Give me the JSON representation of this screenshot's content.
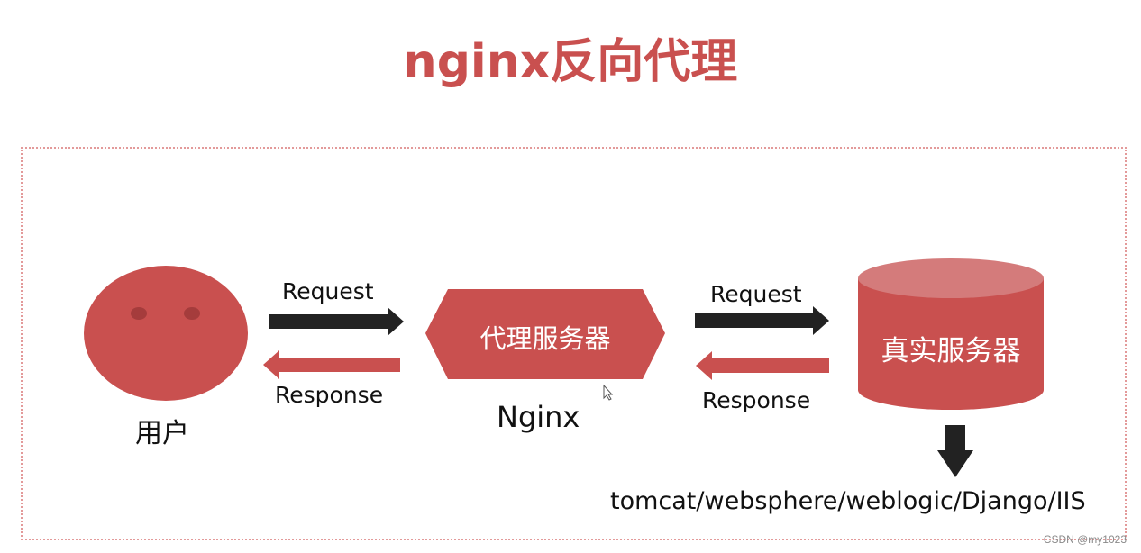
{
  "title": "nginx反向代理",
  "colors": {
    "accent": "#c9504f",
    "arrow_dark": "#222222",
    "frame_border": "#e39a9a"
  },
  "user": {
    "label": "用户"
  },
  "proxy": {
    "box_label": "代理服务器",
    "caption": "Nginx"
  },
  "real_server": {
    "box_label": "真实服务器",
    "examples": "tomcat/websphere/weblogic/Django/IIS"
  },
  "arrows": {
    "left_request": "Request",
    "left_response": "Response",
    "right_request": "Request",
    "right_response": "Response"
  },
  "watermark": "CSDN @my1023"
}
